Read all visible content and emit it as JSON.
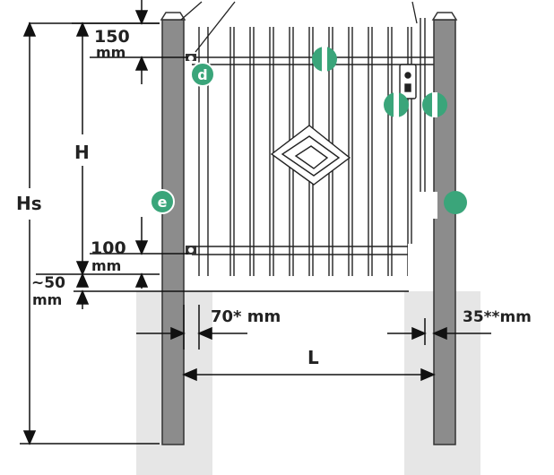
{
  "dimensions": {
    "top_offset_value": "150",
    "top_offset_unit": "mm",
    "height_label": "H",
    "total_height_label": "Hs",
    "bottom_offset_value": "100",
    "bottom_offset_unit": "mm",
    "ground_gap_value": "~50",
    "ground_gap_unit": "mm",
    "post_gap_left": "70* mm",
    "post_gap_right": "35**mm",
    "clear_width_label": "L"
  },
  "badges": {
    "d": "d",
    "e": "e"
  },
  "colors": {
    "post": "#8c8c8c",
    "post_stroke": "#333333",
    "foundation": "#e6e6e6",
    "badge": "#3aa57a",
    "line": "#111111"
  }
}
